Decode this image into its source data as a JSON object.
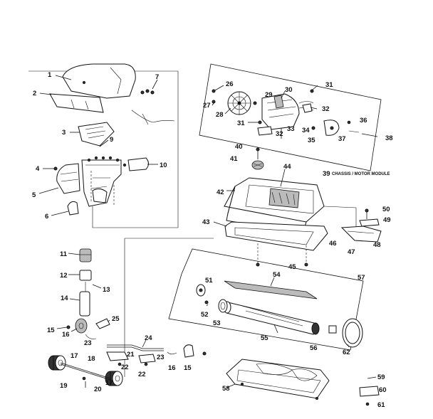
{
  "diagram": {
    "module_label": "CHASSIS / MOTOR MODULE",
    "callouts": [
      "1",
      "2",
      "3",
      "4",
      "5",
      "6",
      "7",
      "9",
      "10",
      "11",
      "12",
      "13",
      "14",
      "15",
      "16",
      "17",
      "18",
      "19",
      "20",
      "21",
      "22",
      "23",
      "24",
      "25",
      "26",
      "27",
      "28",
      "29",
      "30",
      "31",
      "32",
      "33",
      "34",
      "35",
      "36",
      "37",
      "38",
      "39",
      "40",
      "41",
      "42",
      "43",
      "44",
      "45",
      "46",
      "47",
      "48",
      "49",
      "50",
      "51",
      "52",
      "53",
      "54",
      "55",
      "56",
      "57",
      "58",
      "59",
      "60",
      "61",
      "62"
    ]
  }
}
